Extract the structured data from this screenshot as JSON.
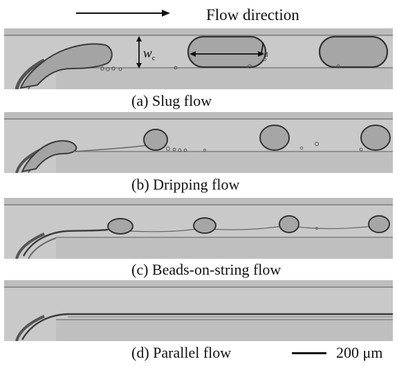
{
  "header": {
    "flow_label": "Flow direction"
  },
  "panels": [
    {
      "caption": "(a) Slug flow",
      "width_label": "w",
      "width_sub": "c",
      "length_label": "l",
      "length_sub": "d"
    },
    {
      "caption": "(b) Dripping flow"
    },
    {
      "caption": "(c) Beads-on-string flow"
    },
    {
      "caption": "(d) Parallel flow"
    }
  ],
  "scale": {
    "label": "200 μm"
  },
  "colors": {
    "background": "#c8c8c8",
    "channel_wall": "#8a8a8a",
    "droplet_fill": "#9a9a9a",
    "droplet_edge": "#3a3a3a",
    "text": "#111111"
  }
}
